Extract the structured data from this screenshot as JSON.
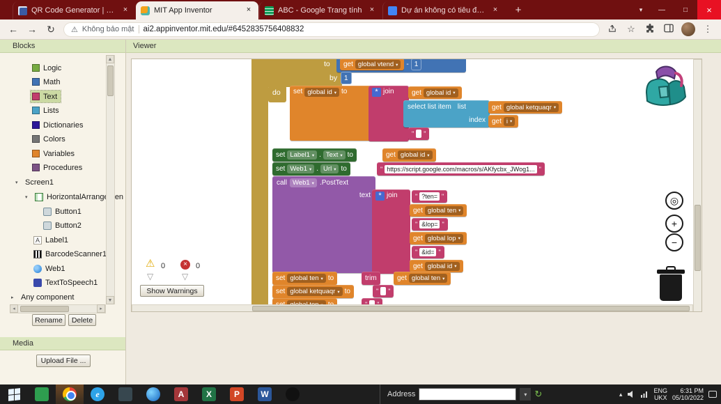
{
  "colors": {
    "logic": "#77AB41",
    "math": "#4173B4",
    "text": "#C13D6C",
    "lists": "#4BA3C7",
    "dictionaries": "#2D1799",
    "colors_drawer": "#757575",
    "variables": "#E0852B",
    "procedures": "#7C5385",
    "control": "#BE9C40",
    "component_set": "#2F6B2F",
    "component_call": "#9259A8"
  },
  "browser": {
    "tab_qr": "QR Code Generator | Create Your",
    "tab_mit": "MIT App Inventor",
    "tab_sheets": "ABC - Google Trang tính",
    "tab_project": "Dự án không có tiêu đề - Trình ch",
    "security_label": "Không bảo mật",
    "url": "ai2.appinventor.mit.edu/#6452835756408832"
  },
  "icons": {
    "close": "×",
    "new_tab": "+",
    "tab_search": "▾",
    "minimize": "—",
    "maximize": "□",
    "back": "←",
    "forward": "→",
    "reload": "↻",
    "not_secure": "⚠",
    "star": "☆",
    "menu": "⋮",
    "label_glyph": "A",
    "scroll_up": "▲",
    "scroll_down": "▼",
    "scroll_left": "◂",
    "scroll_right": "▸",
    "tree_open": "▾",
    "tree_closed": "▸",
    "zoom_target": "◎",
    "zoom_in": "+",
    "zoom_out": "−",
    "mutator": "*",
    "warning": "⚠",
    "error": "×",
    "nav_tri": "▽",
    "tray_caret": "▴",
    "ie": "e",
    "access": "A",
    "excel": "X",
    "powerpoint": "P",
    "word": "W",
    "addr_dropdown": "▾",
    "addr_refresh": "↻"
  },
  "blocks_panel": {
    "header": "Blocks",
    "builtin": [
      "Logic",
      "Math",
      "Text",
      "Lists",
      "Dictionaries",
      "Colors",
      "Variables",
      "Procedures"
    ],
    "tree": {
      "screen": "Screen1",
      "arrangement": "HorizontalArrangemen",
      "button1": "Button1",
      "button2": "Button2",
      "label1": "Label1",
      "barcode": "BarcodeScanner1",
      "web": "Web1",
      "tts": "TextToSpeech1",
      "any": "Any component"
    },
    "rename": "Rename",
    "delete": "Delete",
    "media_header": "Media",
    "upload": "Upload File ..."
  },
  "viewer": {
    "header": "Viewer",
    "warning_count": "0",
    "error_count": "0",
    "show_warnings": "Show Warnings"
  },
  "ws": {
    "set": "set",
    "get": "get",
    "to": "to",
    "by": "by",
    "do": "do",
    "call": "call",
    "join": "join",
    "trim": "trim",
    "dot": ".",
    "minus": "-",
    "one": "1",
    "var_vtend": "global vtend",
    "var_id": "global id",
    "var_ten": "global ten",
    "var_lop": "global lop",
    "var_ketquaqr": "global ketquaqr",
    "var_i": "i",
    "select_list_item": "select list item",
    "list": "list",
    "index": "index",
    "label1": "Label1",
    "text_prop": "Text",
    "web1": "Web1",
    "url_prop": "Url",
    "posttext": ".PostText",
    "text_param": "text",
    "str_url": "https://script.google.com/macros/s/AKfycbx_JWog1...",
    "str_ten": "?ten=",
    "str_lop": "&lop=",
    "str_id": "&id=",
    "str_space": " "
  },
  "taskbar": {
    "address_label": "Address",
    "lang_top": "ENG",
    "lang_bottom": "UKX",
    "time": "6:31 PM",
    "date": "05/10/2022"
  }
}
